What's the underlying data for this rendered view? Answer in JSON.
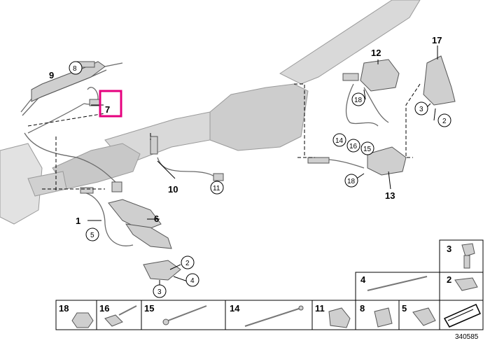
{
  "callouts": {
    "c1": "1",
    "c2a": "2",
    "c2b": "2",
    "c3a": "3",
    "c3b": "3",
    "c4": "4",
    "c5": "5",
    "c6": "6",
    "c7": "7",
    "c8": "8",
    "c9": "9",
    "c10": "10",
    "c11": "11",
    "c12": "12",
    "c13": "13",
    "c14": "14",
    "c15": "15",
    "c16": "16",
    "c17": "17",
    "c18a": "18",
    "c18b": "18"
  },
  "parts_table": {
    "cell_3": "3",
    "cell_4": "4",
    "cell_2": "2",
    "cell_18": "18",
    "cell_16": "16",
    "cell_15": "15",
    "cell_14": "14",
    "cell_11": "11",
    "cell_8": "8",
    "cell_5": "5"
  },
  "image_id": "340585",
  "colors": {
    "highlight": "#e6007e",
    "line": "#000000",
    "part": "#cfcfcf"
  }
}
